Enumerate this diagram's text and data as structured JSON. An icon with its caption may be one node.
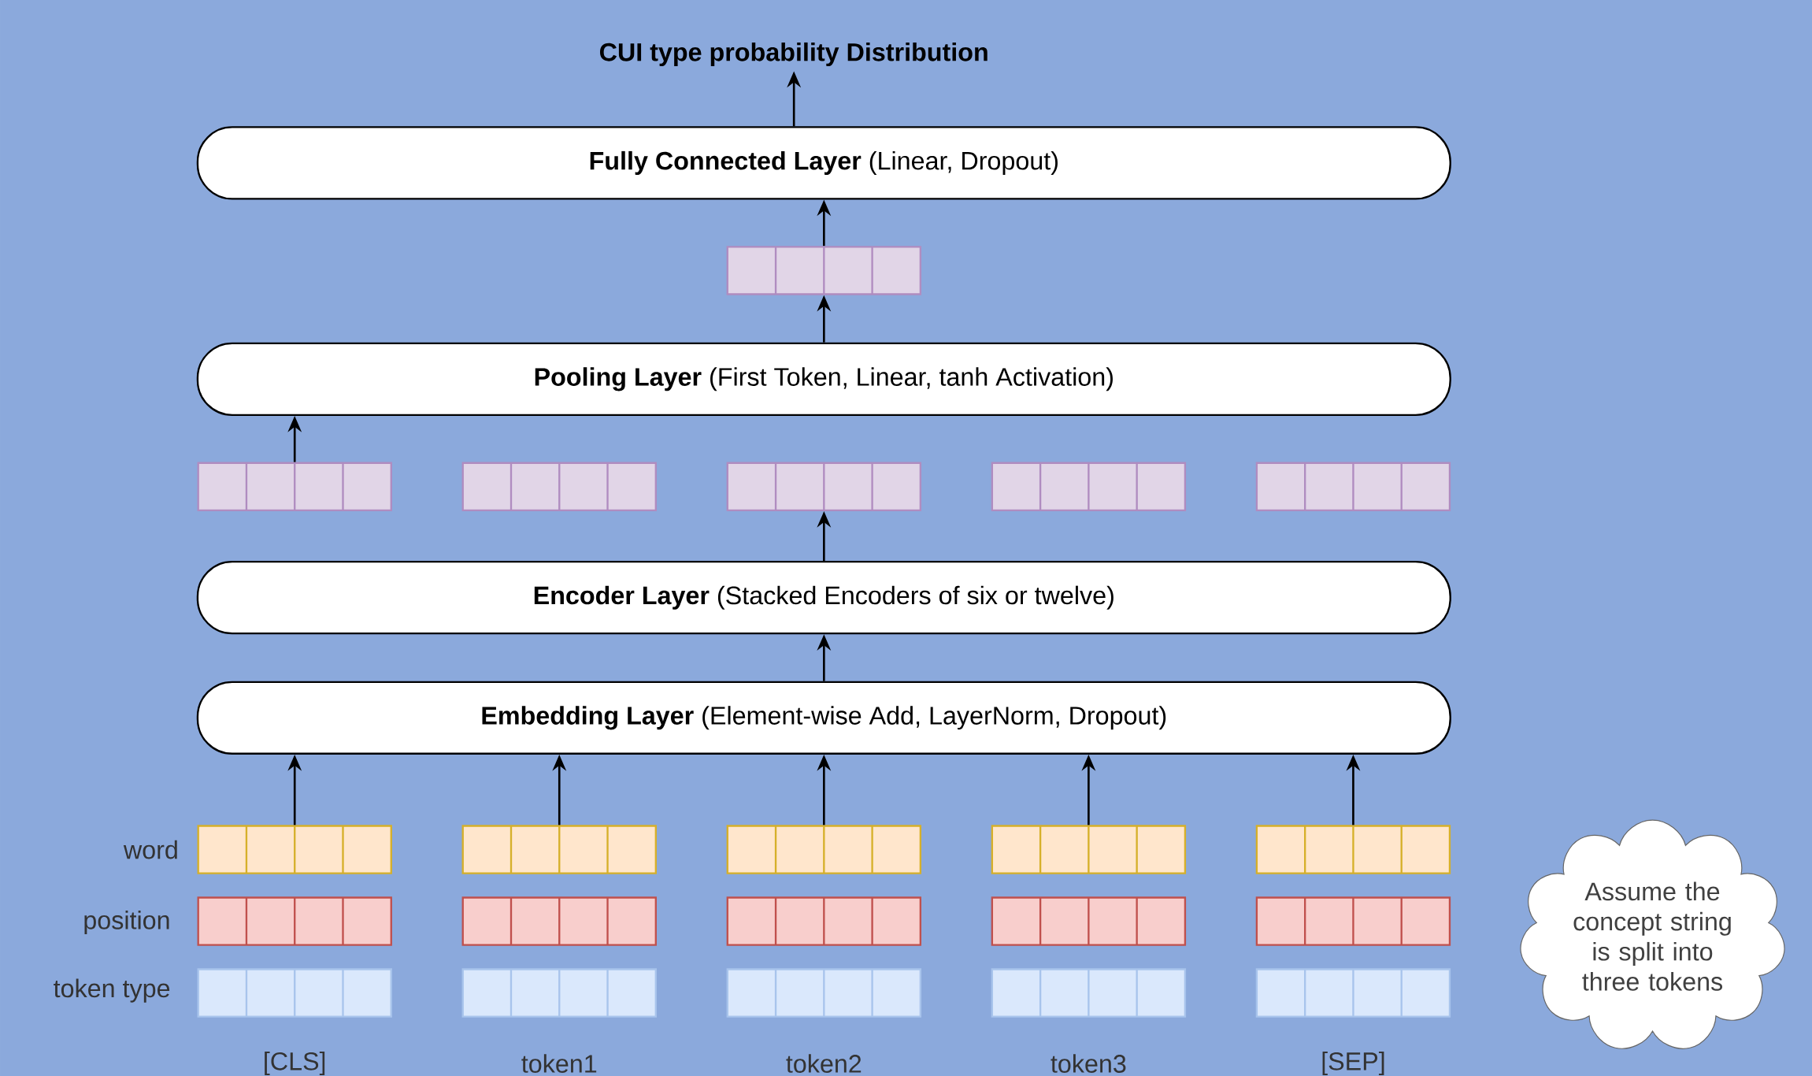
{
  "diagram": {
    "nodes": [
      {
        "text": [
          "CUI type probability Distribution"
        ]
      },
      {
        "text": [
          "**Fully Connected Layer** (Linear, Dropout)"
        ]
      },
      {
        "text": [],
        "shape": "box"
      },
      {
        "text": [
          "**Pooling Layer** (First Token, Linear, tanh Activation)"
        ]
      },
      {
        "text": [],
        "shape": "box"
      },
      {
        "text": [],
        "shape": "box"
      },
      {
        "text": [],
        "shape": "box"
      },
      {
        "text": [],
        "shape": "box"
      },
      {
        "text": [],
        "shape": "box"
      },
      {
        "text": [
          "**Encoder Layer** (Stacked Encoders of six or twelve)"
        ]
      },
      {
        "text": [
          "**Embedding Layer** (Element-wise Add, LayerNorm, Dropout)"
        ]
      },
      {
        "text": [],
        "shape": "box"
      },
      {
        "text": [],
        "shape": "box"
      },
      {
        "text": [],
        "shape": "box"
      },
      {
        "text": [],
        "shape": "box"
      },
      {
        "text": [],
        "shape": "box"
      },
      {
        "text": [],
        "shape": "box"
      },
      {
        "text": [],
        "shape": "box"
      },
      {
        "text": [],
        "shape": "box"
      },
      {
        "text": [],
        "shape": "box"
      },
      {
        "text": [],
        "shape": "box"
      },
      {
        "text": [],
        "shape": "box"
      },
      {
        "text": [],
        "shape": "box"
      },
      {
        "text": [],
        "shape": "box"
      },
      {
        "text": [],
        "shape": "box"
      },
      {
        "text": [],
        "shape": "box"
      },
      {
        "text": [
          "Assume the concept string is split into three tokens"
        ]
      }
    ],
    "edges": [
      {
        "from": 1,
        "to": 0,
        "arrow": "to"
      },
      {
        "from": 2,
        "to": 1,
        "arrow": "to"
      },
      {
        "from": 3,
        "to": 2,
        "arrow": "to"
      },
      {
        "from": 4,
        "to": 3,
        "arrow": "to"
      },
      {
        "from": 9,
        "to": 6,
        "arrow": "to"
      },
      {
        "from": 10,
        "to": 9,
        "arrow": "to"
      },
      {
        "from": 11,
        "to": 10,
        "arrow": "to"
      },
      {
        "from": 12,
        "to": 10,
        "arrow": "to"
      },
      {
        "from": 13,
        "to": 10,
        "arrow": "to"
      },
      {
        "from": 14,
        "to": 10,
        "arrow": "to"
      },
      {
        "from": 15,
        "to": 10,
        "arrow": "to"
      }
    ],
    "labels": [
      "word",
      "position",
      "token type",
      "[CLS]",
      "token1",
      "token2",
      "token3",
      "[SEP]"
    ]
  }
}
